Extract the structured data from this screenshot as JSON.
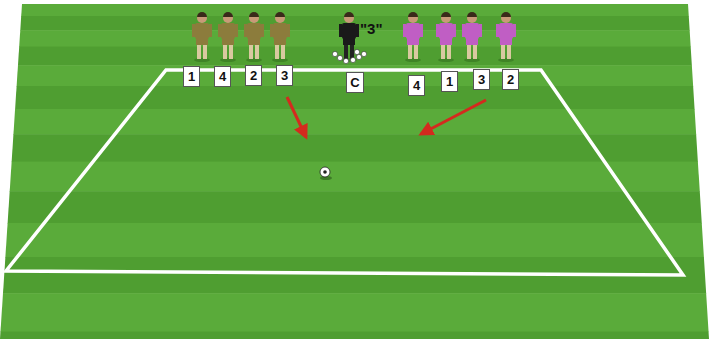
{
  "diagram": {
    "nodes": [
      {
        "text": [
          "1"
        ]
      },
      {
        "text": [
          "4"
        ]
      },
      {
        "text": [
          "2"
        ]
      },
      {
        "text": [
          "3"
        ]
      },
      {
        "text": [
          "C"
        ]
      },
      {
        "text": [
          "4"
        ]
      },
      {
        "text": [
          "1"
        ]
      },
      {
        "text": [
          "3"
        ]
      },
      {
        "text": [
          "2"
        ]
      }
    ],
    "labels": [
      "\"3\""
    ]
  }
}
